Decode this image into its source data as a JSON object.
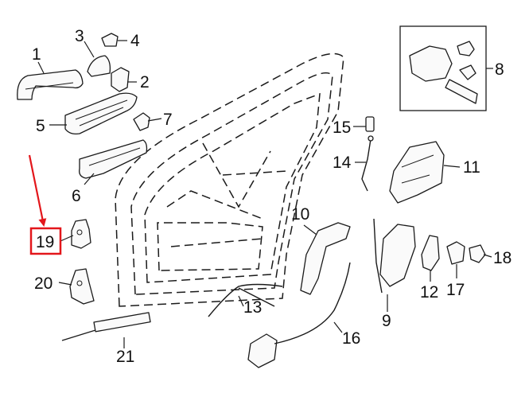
{
  "diagram": {
    "callouts": {
      "c1": "1",
      "c2": "2",
      "c3": "3",
      "c4": "4",
      "c5": "5",
      "c6": "6",
      "c7": "7",
      "c8": "8",
      "c9": "9",
      "c10": "10",
      "c11": "11",
      "c12": "12",
      "c13": "13",
      "c14": "14",
      "c15": "15",
      "c16": "16",
      "c17": "17",
      "c18": "18",
      "c19": "19",
      "c20": "20",
      "c21": "21"
    },
    "highlight": {
      "callout": "19",
      "color": "#e3161b"
    }
  }
}
